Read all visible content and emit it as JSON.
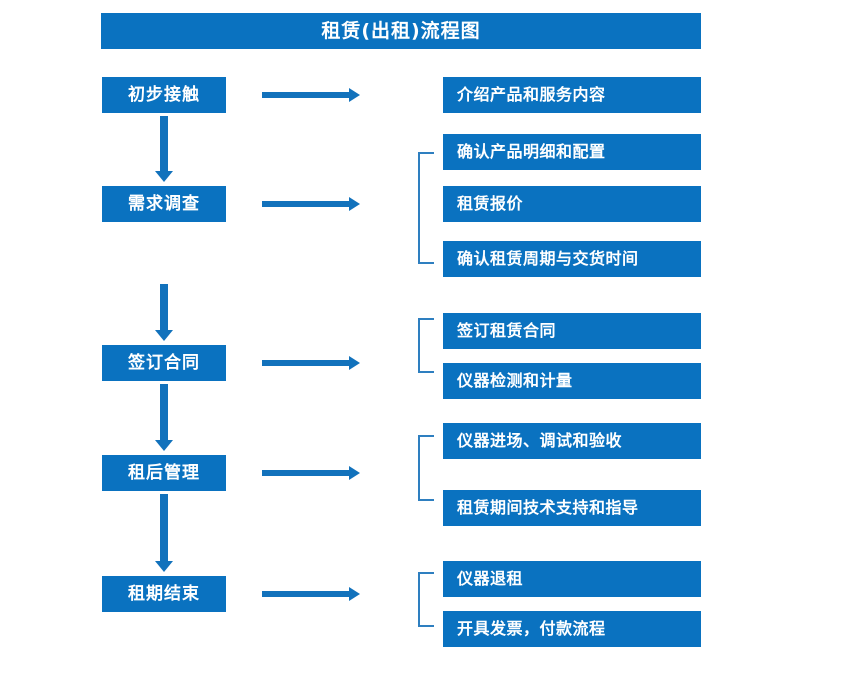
{
  "title": "租赁(出租)流程图",
  "colors": {
    "box_blue": "#0A72C0",
    "arrow_blue": "#1272BC",
    "bracket_blue": "#2E7FC0",
    "text_white": "#FFFFFF",
    "background": "#FFFFFF"
  },
  "stages": [
    {
      "id": "stage-1",
      "label": "初步接触"
    },
    {
      "id": "stage-2",
      "label": "需求调查"
    },
    {
      "id": "stage-3",
      "label": "签订合同"
    },
    {
      "id": "stage-4",
      "label": "租后管理"
    },
    {
      "id": "stage-5",
      "label": "租期结束"
    }
  ],
  "details": [
    {
      "id": "detail-1-1",
      "label": "介绍产品和服务内容"
    },
    {
      "id": "detail-2-1",
      "label": "确认产品明细和配置"
    },
    {
      "id": "detail-2-2",
      "label": "租赁报价"
    },
    {
      "id": "detail-2-3",
      "label": "确认租赁周期与交货时间"
    },
    {
      "id": "detail-3-1",
      "label": "签订租赁合同"
    },
    {
      "id": "detail-3-2",
      "label": "仪器检测和计量"
    },
    {
      "id": "detail-4-1",
      "label": "仪器进场、调试和验收"
    },
    {
      "id": "detail-4-2",
      "label": "租赁期间技术支持和指导"
    },
    {
      "id": "detail-5-1",
      "label": "仪器退租"
    },
    {
      "id": "detail-5-2",
      "label": "开具发票，付款流程"
    }
  ],
  "groups": [
    {
      "stage": "初步接触",
      "items": [
        "介绍产品和服务内容"
      ],
      "bracket": false
    },
    {
      "stage": "需求调查",
      "items": [
        "确认产品明细和配置",
        "租赁报价",
        "确认租赁周期与交货时间"
      ],
      "bracket": true
    },
    {
      "stage": "签订合同",
      "items": [
        "签订租赁合同",
        "仪器检测和计量"
      ],
      "bracket": true
    },
    {
      "stage": "租后管理",
      "items": [
        "仪器进场、调试和验收",
        "租赁期间技术支持和指导"
      ],
      "bracket": true
    },
    {
      "stage": "租期结束",
      "items": [
        "仪器退租",
        "开具发票，付款流程"
      ],
      "bracket": true
    }
  ],
  "flow_sequence": [
    "初步接触",
    "需求调查",
    "签订合同",
    "租后管理",
    "租期结束"
  ]
}
